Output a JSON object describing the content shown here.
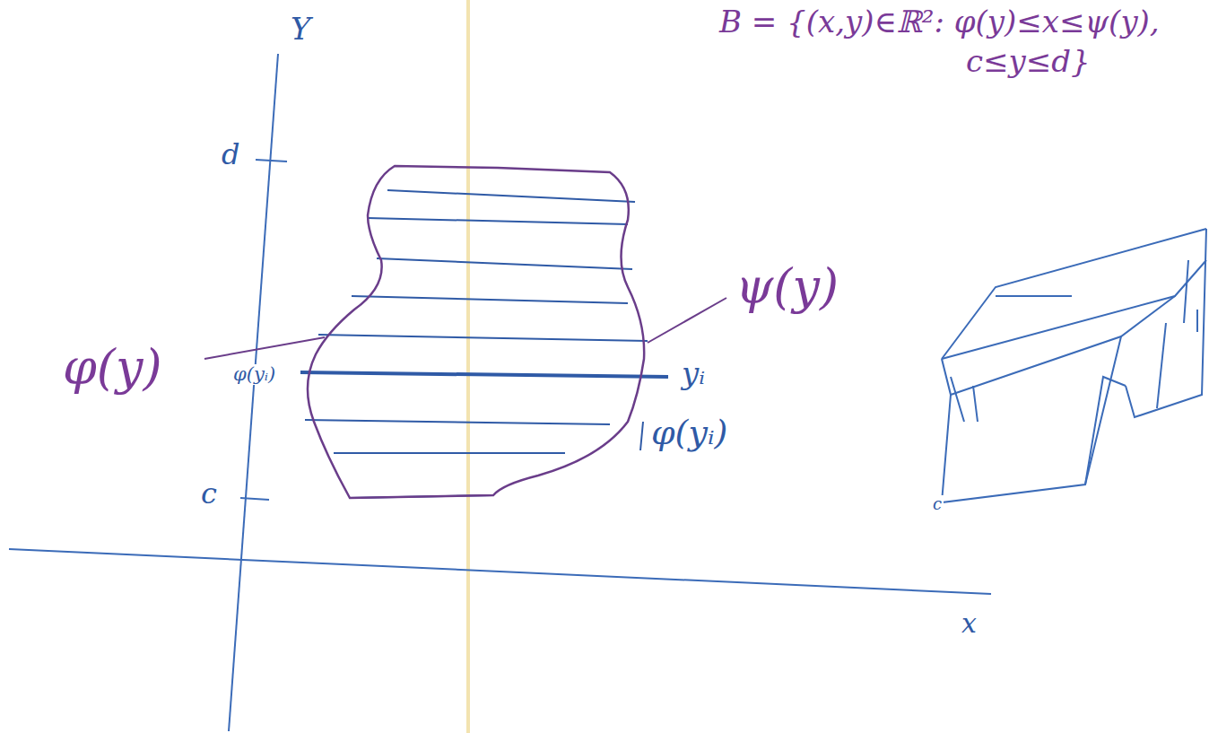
{
  "diagram": {
    "labels": [
      "Y",
      "B = {(x,y)∈ℝ²: φ(y)≤x≤ψ(y),",
      "c≤y≤d}",
      "d",
      "ψ(y)",
      "φ(y)",
      "φ(yᵢ)",
      "yᵢ",
      "φ(yᵢ)",
      "c",
      "c",
      "x"
    ]
  }
}
